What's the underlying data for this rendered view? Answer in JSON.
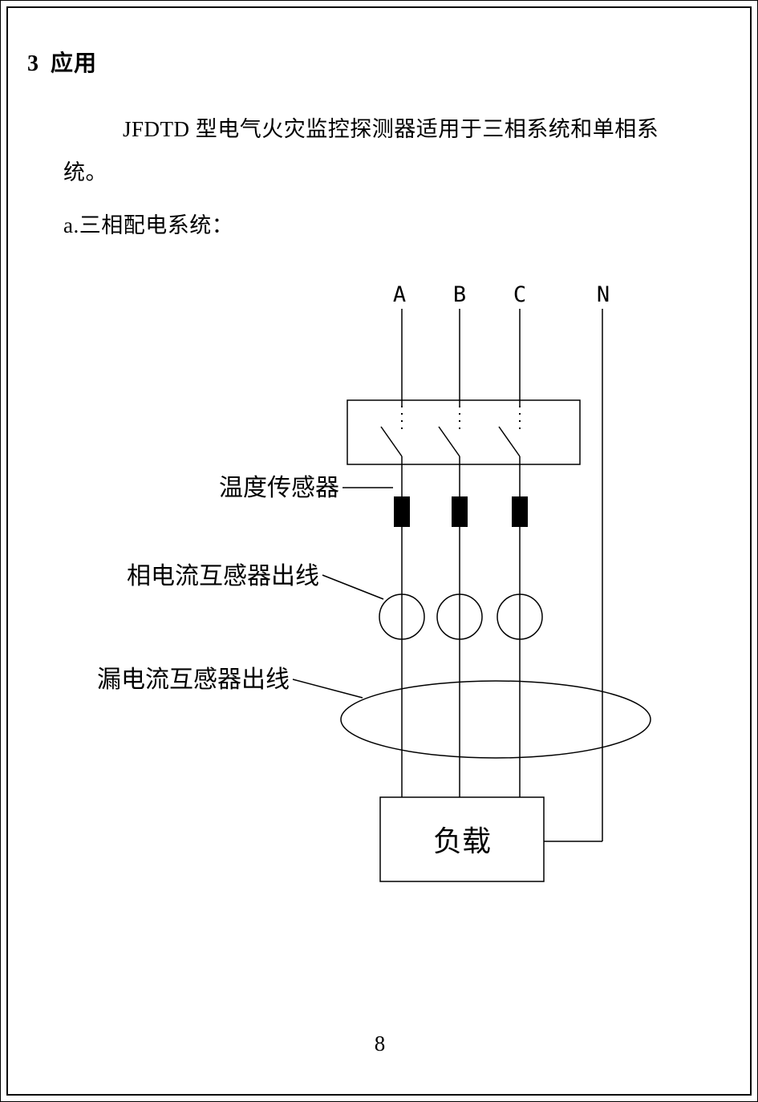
{
  "document": {
    "section_number": "3",
    "section_title": "应用",
    "paragraph_line1": "JFDTD 型电气火灾监控探测器适用于三相系统和单相系",
    "paragraph_line2": "统。",
    "subsection": "a.三相配电系统：",
    "page_number": "8"
  },
  "diagram": {
    "phase_labels": [
      "A",
      "B",
      "C",
      "N"
    ],
    "labels": {
      "temperature_sensor": "温度传感器",
      "phase_ct_outlet": "相电流互感器出线",
      "leakage_ct_outlet": "漏电流互感器出线",
      "load": "负载"
    },
    "colors": {
      "line": "#000000",
      "sensor_fill": "#000000",
      "background": "#ffffff"
    }
  }
}
